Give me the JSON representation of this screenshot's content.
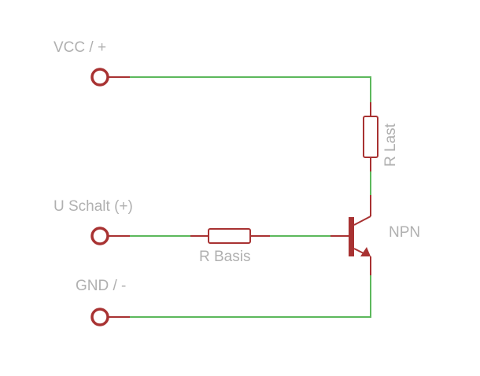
{
  "diagram": {
    "type": "circuit-schematic",
    "colors": {
      "wire": "#5cb85c",
      "symbol": "#a83232",
      "label": "#b0b0b0",
      "background": "#ffffff"
    },
    "terminals": [
      {
        "id": "vcc",
        "label": "VCC / +"
      },
      {
        "id": "u-schalt",
        "label": "U Schalt (+)"
      },
      {
        "id": "gnd",
        "label": "GND / -"
      }
    ],
    "components": {
      "r_last": {
        "label": "R Last",
        "type": "resistor"
      },
      "r_basis": {
        "label": "R Basis",
        "type": "resistor"
      },
      "transistor": {
        "label": "NPN",
        "type": "npn-transistor"
      }
    },
    "connections": [
      {
        "from": "VCC / +",
        "to": "R Last"
      },
      {
        "from": "R Last",
        "to": "NPN collector"
      },
      {
        "from": "U Schalt (+)",
        "to": "R Basis"
      },
      {
        "from": "R Basis",
        "to": "NPN base"
      },
      {
        "from": "NPN emitter",
        "to": "GND / -"
      }
    ]
  }
}
